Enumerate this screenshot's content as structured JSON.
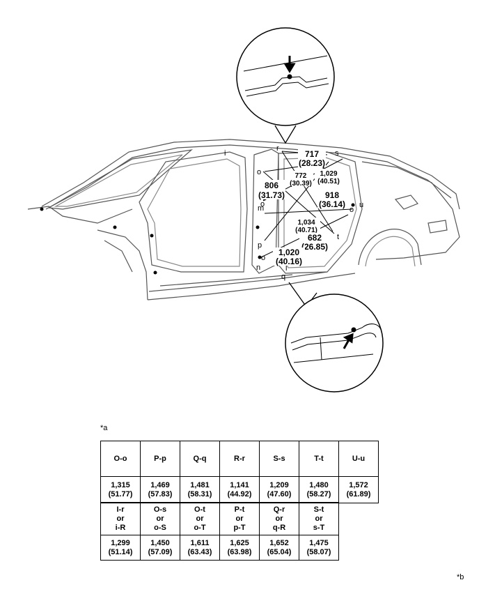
{
  "notes": {
    "a": "*a",
    "b": "*b"
  },
  "points": [
    {
      "id": "i",
      "label": "i"
    },
    {
      "id": "r",
      "label": "r"
    },
    {
      "id": "s",
      "label": "s"
    },
    {
      "id": "o",
      "label": "o"
    },
    {
      "id": "m",
      "label": "m"
    },
    {
      "id": "o2",
      "label": "o"
    },
    {
      "id": "p",
      "label": "p"
    },
    {
      "id": "o3",
      "label": "o"
    },
    {
      "id": "n",
      "label": "n"
    },
    {
      "id": "l",
      "label": "l"
    },
    {
      "id": "q",
      "label": "q"
    },
    {
      "id": "t",
      "label": "t"
    },
    {
      "id": "u",
      "label": "u"
    },
    {
      "id": "o4",
      "label": "o"
    }
  ],
  "measurements": [
    {
      "id": "m717",
      "value": "717",
      "sub": "(28.23)"
    },
    {
      "id": "m772",
      "value": "772",
      "sub": "(30.39)"
    },
    {
      "id": "m1029",
      "value": "1,029",
      "sub": "(40.51)"
    },
    {
      "id": "m806",
      "value": "806",
      "sub": "(31.73)"
    },
    {
      "id": "m918",
      "value": "918",
      "sub": "(36.14)"
    },
    {
      "id": "m1034",
      "value": "1,034",
      "sub": "(40.71)"
    },
    {
      "id": "m682",
      "value": "682",
      "sub": "(26.85)"
    },
    {
      "id": "m1020",
      "value": "1,020",
      "sub": "(40.16)"
    }
  ],
  "table1": {
    "headers": [
      "O-o",
      "P-p",
      "Q-q",
      "R-r",
      "S-s",
      "T-t",
      "U-u"
    ],
    "values": [
      [
        "1,315",
        "(51.77)"
      ],
      [
        "1,469",
        "(57.83)"
      ],
      [
        "1,481",
        "(58.31)"
      ],
      [
        "1,141",
        "(44.92)"
      ],
      [
        "1,209",
        "(47.60)"
      ],
      [
        "1,480",
        "(58.27)"
      ],
      [
        "1,572",
        "(61.89)"
      ]
    ]
  },
  "table2": {
    "headers": [
      [
        "I-r",
        "or",
        "i-R"
      ],
      [
        "O-s",
        "or",
        "o-S"
      ],
      [
        "O-t",
        "or",
        "o-T"
      ],
      [
        "P-t",
        "or",
        "p-T"
      ],
      [
        "Q-r",
        "or",
        "q-R"
      ],
      [
        "S-t",
        "or",
        "s-T"
      ]
    ],
    "values": [
      [
        "1,299",
        "(51.14)"
      ],
      [
        "1,450",
        "(57.09)"
      ],
      [
        "1,611",
        "(63.43)"
      ],
      [
        "1,625",
        "(63.98)"
      ],
      [
        "1,652",
        "(65.04)"
      ],
      [
        "1,475",
        "(58.07)"
      ]
    ]
  }
}
